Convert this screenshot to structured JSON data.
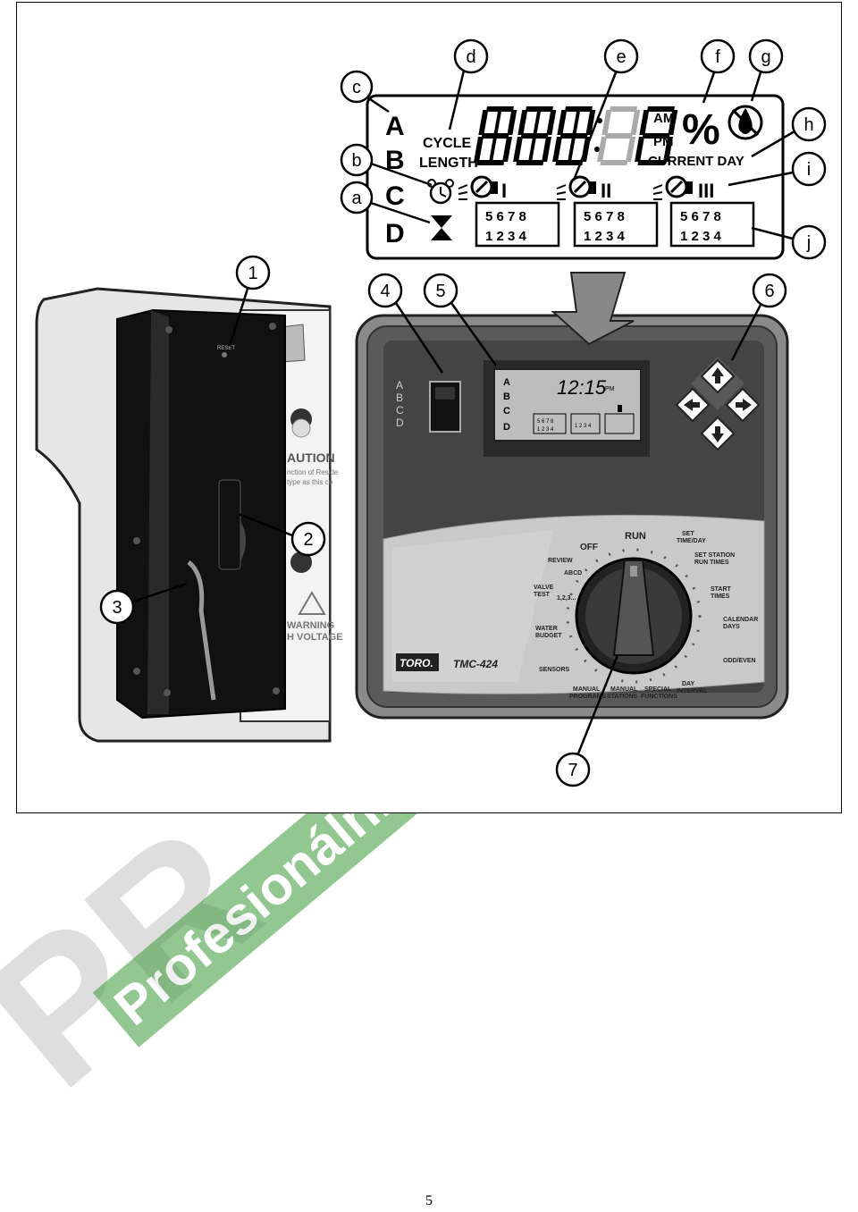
{
  "page": {
    "number": "5"
  },
  "watermark": {
    "text_big": "PR",
    "text_small": "Profesionální",
    "color": "#3a9a3a"
  },
  "lcd_detail": {
    "row_letters": [
      "A",
      "B",
      "C",
      "D"
    ],
    "cycle": "CYCLE",
    "length": "LENGTH",
    "am": "AM",
    "pm": "PM",
    "percent": "%",
    "current_day": "CURRENT DAY",
    "program_numerals": [
      "I",
      "II",
      "III"
    ],
    "station_top_row": "5 6 7 8",
    "station_bottom_row": "1 2 3 4"
  },
  "callouts": {
    "letters": [
      "a",
      "b",
      "c",
      "d",
      "e",
      "f",
      "g",
      "h",
      "i",
      "j"
    ],
    "numbers": [
      "1",
      "2",
      "3",
      "4",
      "5",
      "6",
      "7"
    ]
  },
  "controller": {
    "program_letters": [
      "A",
      "B",
      "C",
      "D"
    ],
    "mini_lcd_time": "12:15",
    "mini_lcd_pm": "PM",
    "mini_lcd_rows": [
      "5 6 7 8",
      "1 2 3 4"
    ],
    "brand": "TORO.",
    "model": "TMC-424",
    "dial_labels": {
      "off": "OFF",
      "run": "RUN",
      "set_time_day": [
        "SET",
        "TIME/DAY"
      ],
      "set_station_run_times": [
        "SET STATION",
        "RUN TIMES"
      ],
      "start_times": [
        "START",
        "TIMES"
      ],
      "calendar_days": [
        "CALENDAR",
        "DAYS"
      ],
      "odd_even": "ODD/EVEN",
      "day_interval": [
        "DAY",
        "INTERVAL"
      ],
      "special_functions": [
        "SPECIAL",
        "FUNCTIONS"
      ],
      "manual_stations": [
        "MANUAL",
        "STATIONS"
      ],
      "manual_programs": [
        "MANUAL",
        "PROGRAMS"
      ],
      "sensors": "SENSORS",
      "water_budget": [
        "WATER",
        "BUDGET"
      ],
      "valve_test": [
        "VALVE",
        "TEST"
      ],
      "valve_test_seq": "1,2,3...",
      "review": "REVIEW",
      "review_sub": "ABCD"
    }
  },
  "door": {
    "reset": "RESET",
    "caution": "AUTION",
    "caution_line1": "nction of Reside",
    "caution_line2": "type as this co",
    "warning": "WARNING",
    "high_voltage": "H VOLTAGE"
  }
}
